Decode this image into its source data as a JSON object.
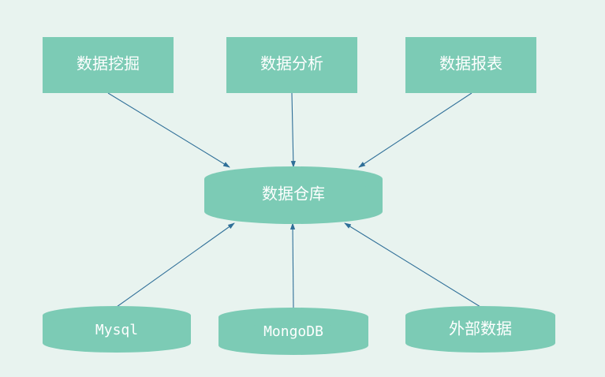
{
  "diagram": {
    "top_row": [
      {
        "id": "mining",
        "label": "数据挖掘"
      },
      {
        "id": "analysis",
        "label": "数据分析"
      },
      {
        "id": "report",
        "label": "数据报表"
      }
    ],
    "center": {
      "id": "warehouse",
      "label": "数据仓库"
    },
    "bottom_row": [
      {
        "id": "mysql",
        "label": "Mysql"
      },
      {
        "id": "mongodb",
        "label": "MongoDB"
      },
      {
        "id": "external",
        "label": "外部数据"
      }
    ],
    "edges": [
      {
        "from": "mining",
        "to": "warehouse"
      },
      {
        "from": "analysis",
        "to": "warehouse"
      },
      {
        "from": "report",
        "to": "warehouse"
      },
      {
        "from": "mysql",
        "to": "warehouse"
      },
      {
        "from": "mongodb",
        "to": "warehouse"
      },
      {
        "from": "external",
        "to": "warehouse"
      }
    ],
    "colors": {
      "background": "#e8f3ef",
      "node_fill": "#7ccbb5",
      "node_text": "#ffffff",
      "arrow": "#2f6f98"
    }
  }
}
